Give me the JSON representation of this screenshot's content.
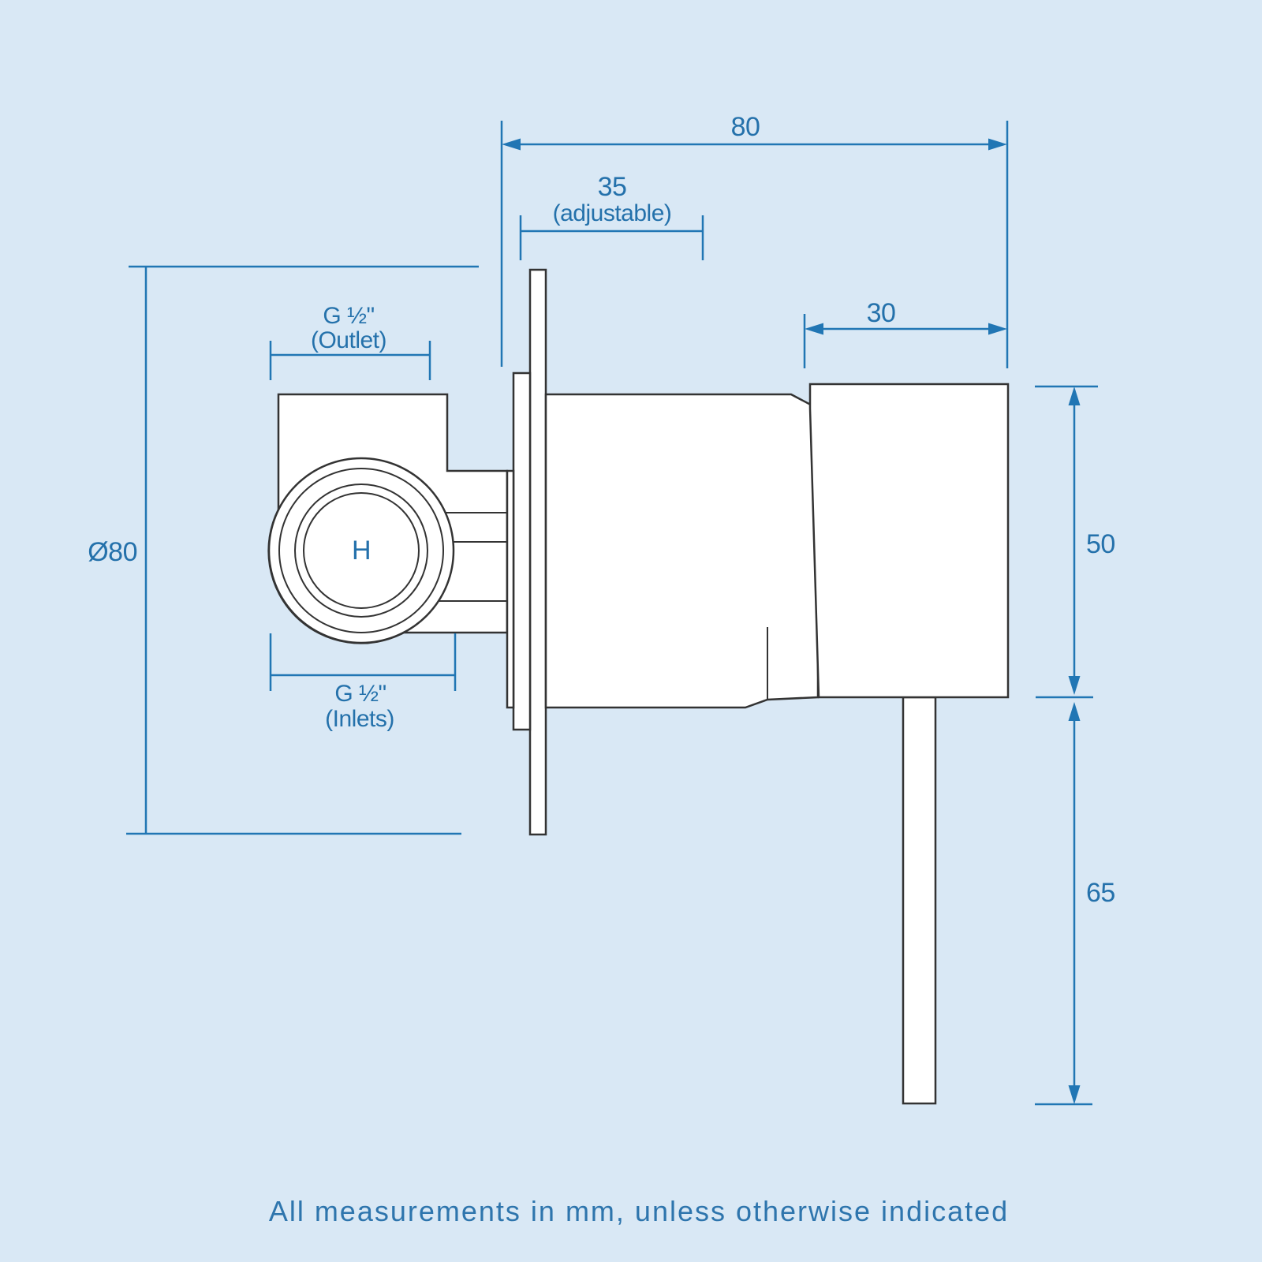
{
  "dims": {
    "top_width": "80",
    "adjustable_value": "35",
    "adjustable_note": "(adjustable)",
    "handle_depth": "30",
    "outlet_thread": "G ½\"",
    "outlet_note": "(Outlet)",
    "plate_diameter": "Ø80",
    "inlets_thread": "G ½\"",
    "inlets_note": "(Inlets)",
    "body_height": "50",
    "lever_length": "65"
  },
  "drawing": {
    "hot_indicator": "H"
  },
  "footer": {
    "note": "All measurements in mm, unless otherwise indicated"
  },
  "colors": {
    "background": "#d9e8f5",
    "dimension_blue": "#2176b4",
    "outline_dark": "#333333",
    "fill_white": "#ffffff"
  }
}
